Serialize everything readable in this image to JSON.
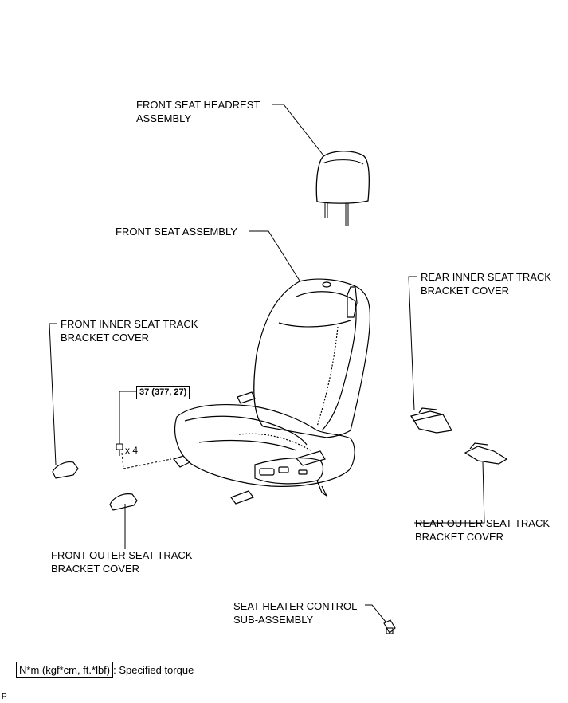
{
  "labels": {
    "headrest": [
      "FRONT SEAT HEADREST",
      "ASSEMBLY"
    ],
    "seat": [
      "FRONT SEAT ASSEMBLY"
    ],
    "rear_inner": [
      "REAR INNER SEAT TRACK",
      "BRACKET COVER"
    ],
    "front_inner": [
      "FRONT INNER SEAT TRACK",
      "BRACKET COVER"
    ],
    "rear_outer": [
      "REAR OUTER SEAT TRACK",
      "BRACKET COVER"
    ],
    "front_outer": [
      "FRONT OUTER SEAT TRACK",
      "BRACKET COVER"
    ],
    "heater": [
      "SEAT HEATER CONTROL",
      "SUB-ASSEMBLY"
    ]
  },
  "torque": "37 (377, 27)",
  "quantity": "x 4",
  "legend": {
    "unit": "N*m (kgf*cm, ft.*lbf)",
    "text": ": Specified torque"
  },
  "figure_code": "P"
}
